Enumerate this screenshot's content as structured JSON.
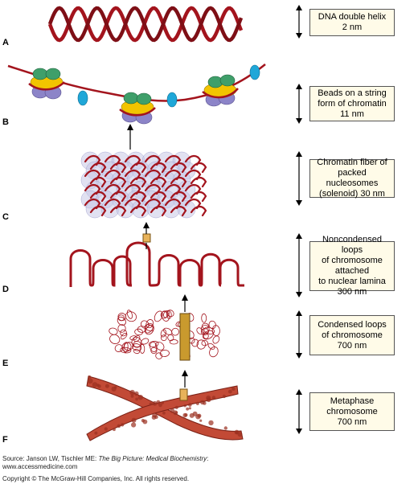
{
  "panels": [
    {
      "letter": "A",
      "label": "DNA double helix\n2 nm"
    },
    {
      "letter": "B",
      "label": "Beads on a string\nform of chromatin\n11 nm"
    },
    {
      "letter": "C",
      "label": "Chromatin fiber of\npacked nucleosomes\n(solenoid) 30 nm"
    },
    {
      "letter": "D",
      "label": "Noncondensed loops\nof chromosome attached\nto nuclear lamina\n300 nm"
    },
    {
      "letter": "E",
      "label": "Condensed loops\nof chromosome\n700 nm"
    },
    {
      "letter": "F",
      "label": "Metaphase\nchromosome\n700 nm"
    }
  ],
  "source": {
    "prefix": "Source: Janson LW, Tischler ME: ",
    "title": "The Big Picture: Medical Biochemistry",
    "suffix": ":",
    "url": "www.accessmedicine.com"
  },
  "copyright": "Copyright © The McGraw-Hill Companies, Inc. All rights reserved.",
  "colors": {
    "dna": "#a3141d",
    "histone_yellow": "#f2c400",
    "histone_green": "#3f9f6a",
    "histone_purple": "#8c84c8",
    "linker_blue": "#1fa7d8",
    "anchor_orange": "#e7b25a",
    "condensed_band": "#c99a2e",
    "solenoid_bg": "#c8c8e6"
  }
}
